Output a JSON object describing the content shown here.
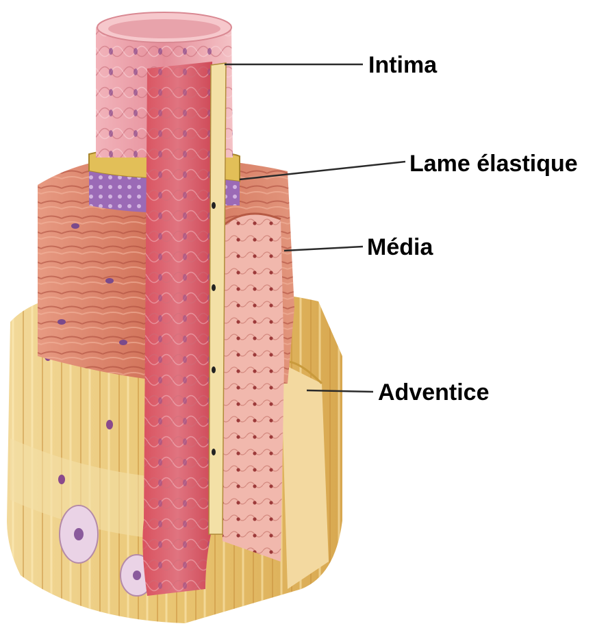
{
  "labels": {
    "intima": "Intima",
    "lame_elastique": "Lame élastique",
    "media": "Média",
    "adventice": "Adventice"
  },
  "colors": {
    "intima": "#e9909a",
    "intima_dark": "#c8485a",
    "lame_elastique_band": "#d9b24a",
    "lame_elastique_purple": "#8a5aa8",
    "media": "#d9826a",
    "media_dark": "#b65a44",
    "adventice": "#ebcf84",
    "adventice_dark": "#c99a3c",
    "nucleus": "#7a4a8c",
    "leader_line": "#2a2a2a"
  },
  "icons": [
    "artery-cross-section-illustration"
  ]
}
